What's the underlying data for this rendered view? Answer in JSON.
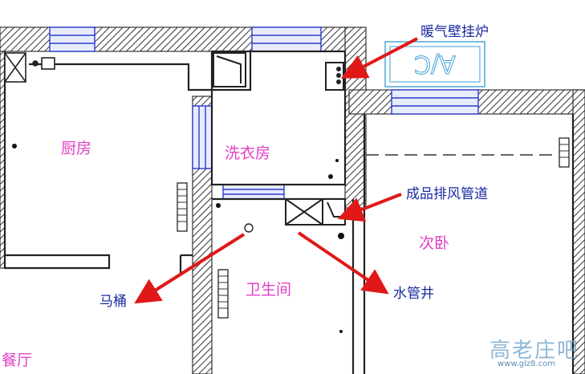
{
  "rooms": {
    "kitchen": "厨房",
    "laundry": "洗衣房",
    "bathroom": "卫生间",
    "bedroom": "次卧",
    "dining": "餐厅"
  },
  "callouts": {
    "boiler": "暖气壁挂炉",
    "exhaust_duct": "成品排风管道",
    "toilet": "马桶",
    "pipe_shaft": "水管井"
  },
  "ac_unit_label": "A/C",
  "watermark": {
    "chars": "高老庄吧",
    "url": "www.glz8.com"
  },
  "colors": {
    "room_label": "#e040c8",
    "callout_text": "#1a2aa0",
    "arrow": "#e01818",
    "window": "#2a3acc",
    "wall_hatch": "#333333"
  }
}
